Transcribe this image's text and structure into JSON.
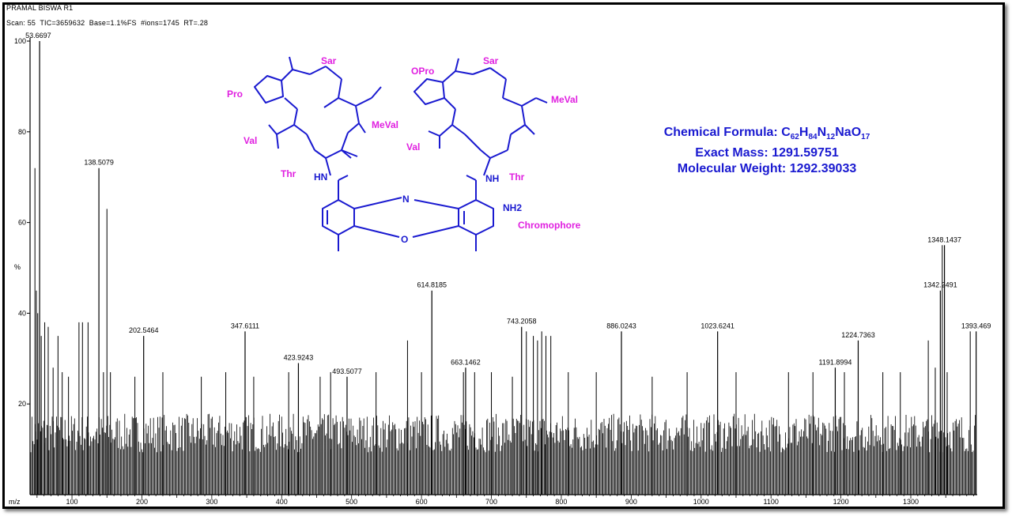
{
  "header": {
    "line1": "PRAMAL BISWA R1",
    "line2": "Scan: 55  TIC=3659632  Base=1.1%FS  #ions=1745  RT=.28"
  },
  "formula": {
    "label": "Chemical Formula: ",
    "parts": [
      "C",
      "62",
      "H",
      "84",
      "N",
      "12",
      "NaO",
      "17"
    ],
    "exact_mass": "Exact Mass: 1291.59751",
    "molecular_weight": "Molecular Weight: 1292.39033"
  },
  "structure_labels": {
    "sar_left": "Sar",
    "pro": "Pro",
    "meval_left": "MeVal",
    "val_left": "Val",
    "thr_left": "Thr",
    "opro": "OPro",
    "sar_right": "Sar",
    "meval_right": "MeVal",
    "val_right": "Val",
    "thr_right": "Thr",
    "chromophore": "Chromophore",
    "nh2": "NH2",
    "n_ring": "N",
    "o_ring": "O",
    "hn_left": "HN",
    "nh_right": "NH"
  },
  "colors": {
    "structure": "#1a1ad0",
    "labels": "#e020e0",
    "axes": "#000000"
  },
  "chart_data": {
    "type": "bar",
    "xlabel": "m/z",
    "ylabel": "%",
    "xlim": [
      40,
      1395
    ],
    "ylim": [
      0,
      100
    ],
    "x_ticks": [
      100,
      200,
      300,
      400,
      500,
      600,
      700,
      800,
      900,
      1000,
      1100,
      1200,
      1300
    ],
    "y_ticks": [
      20,
      40,
      60,
      80,
      100
    ],
    "baseline_noise_level": 17,
    "labeled_peaks": [
      {
        "x": 53.6697,
        "y": 100
      },
      {
        "x": 138.5079,
        "y": 72
      },
      {
        "x": 202.5464,
        "y": 35
      },
      {
        "x": 347.6111,
        "y": 36
      },
      {
        "x": 423.9243,
        "y": 29
      },
      {
        "x": 493.5077,
        "y": 26
      },
      {
        "x": 614.8185,
        "y": 45
      },
      {
        "x": 663.1462,
        "y": 28
      },
      {
        "x": 743.2058,
        "y": 37
      },
      {
        "x": 886.0243,
        "y": 36
      },
      {
        "x": 1023.6241,
        "y": 36
      },
      {
        "x": 1191.8994,
        "y": 28
      },
      {
        "x": 1224.7363,
        "y": 34
      },
      {
        "x": 1342.2491,
        "y": 45
      },
      {
        "x": 1348.1437,
        "y": 55
      },
      {
        "x": 1393.469,
        "y": 36
      }
    ],
    "other_peaks": [
      {
        "x": 47,
        "y": 72
      },
      {
        "x": 49,
        "y": 45
      },
      {
        "x": 51,
        "y": 40
      },
      {
        "x": 56,
        "y": 35
      },
      {
        "x": 61,
        "y": 38
      },
      {
        "x": 66,
        "y": 37
      },
      {
        "x": 73,
        "y": 28
      },
      {
        "x": 80,
        "y": 35
      },
      {
        "x": 86,
        "y": 27
      },
      {
        "x": 95,
        "y": 26
      },
      {
        "x": 110,
        "y": 38
      },
      {
        "x": 115,
        "y": 38
      },
      {
        "x": 123,
        "y": 38
      },
      {
        "x": 145,
        "y": 27
      },
      {
        "x": 150,
        "y": 63
      },
      {
        "x": 155,
        "y": 27
      },
      {
        "x": 190,
        "y": 26
      },
      {
        "x": 230,
        "y": 27
      },
      {
        "x": 285,
        "y": 26
      },
      {
        "x": 320,
        "y": 27
      },
      {
        "x": 360,
        "y": 26
      },
      {
        "x": 410,
        "y": 27
      },
      {
        "x": 455,
        "y": 26
      },
      {
        "x": 470,
        "y": 27
      },
      {
        "x": 535,
        "y": 27
      },
      {
        "x": 580,
        "y": 34
      },
      {
        "x": 600,
        "y": 27
      },
      {
        "x": 660,
        "y": 27
      },
      {
        "x": 676,
        "y": 27
      },
      {
        "x": 700,
        "y": 27
      },
      {
        "x": 730,
        "y": 26
      },
      {
        "x": 750,
        "y": 36
      },
      {
        "x": 760,
        "y": 35
      },
      {
        "x": 766,
        "y": 34
      },
      {
        "x": 772,
        "y": 36
      },
      {
        "x": 778,
        "y": 35
      },
      {
        "x": 785,
        "y": 35
      },
      {
        "x": 810,
        "y": 27
      },
      {
        "x": 850,
        "y": 27
      },
      {
        "x": 930,
        "y": 26
      },
      {
        "x": 980,
        "y": 27
      },
      {
        "x": 1050,
        "y": 27
      },
      {
        "x": 1125,
        "y": 27
      },
      {
        "x": 1160,
        "y": 27
      },
      {
        "x": 1205,
        "y": 27
      },
      {
        "x": 1260,
        "y": 27
      },
      {
        "x": 1285,
        "y": 27
      },
      {
        "x": 1325,
        "y": 34
      },
      {
        "x": 1335,
        "y": 28
      },
      {
        "x": 1345,
        "y": 55
      },
      {
        "x": 1352,
        "y": 27
      },
      {
        "x": 1385,
        "y": 36
      }
    ]
  }
}
